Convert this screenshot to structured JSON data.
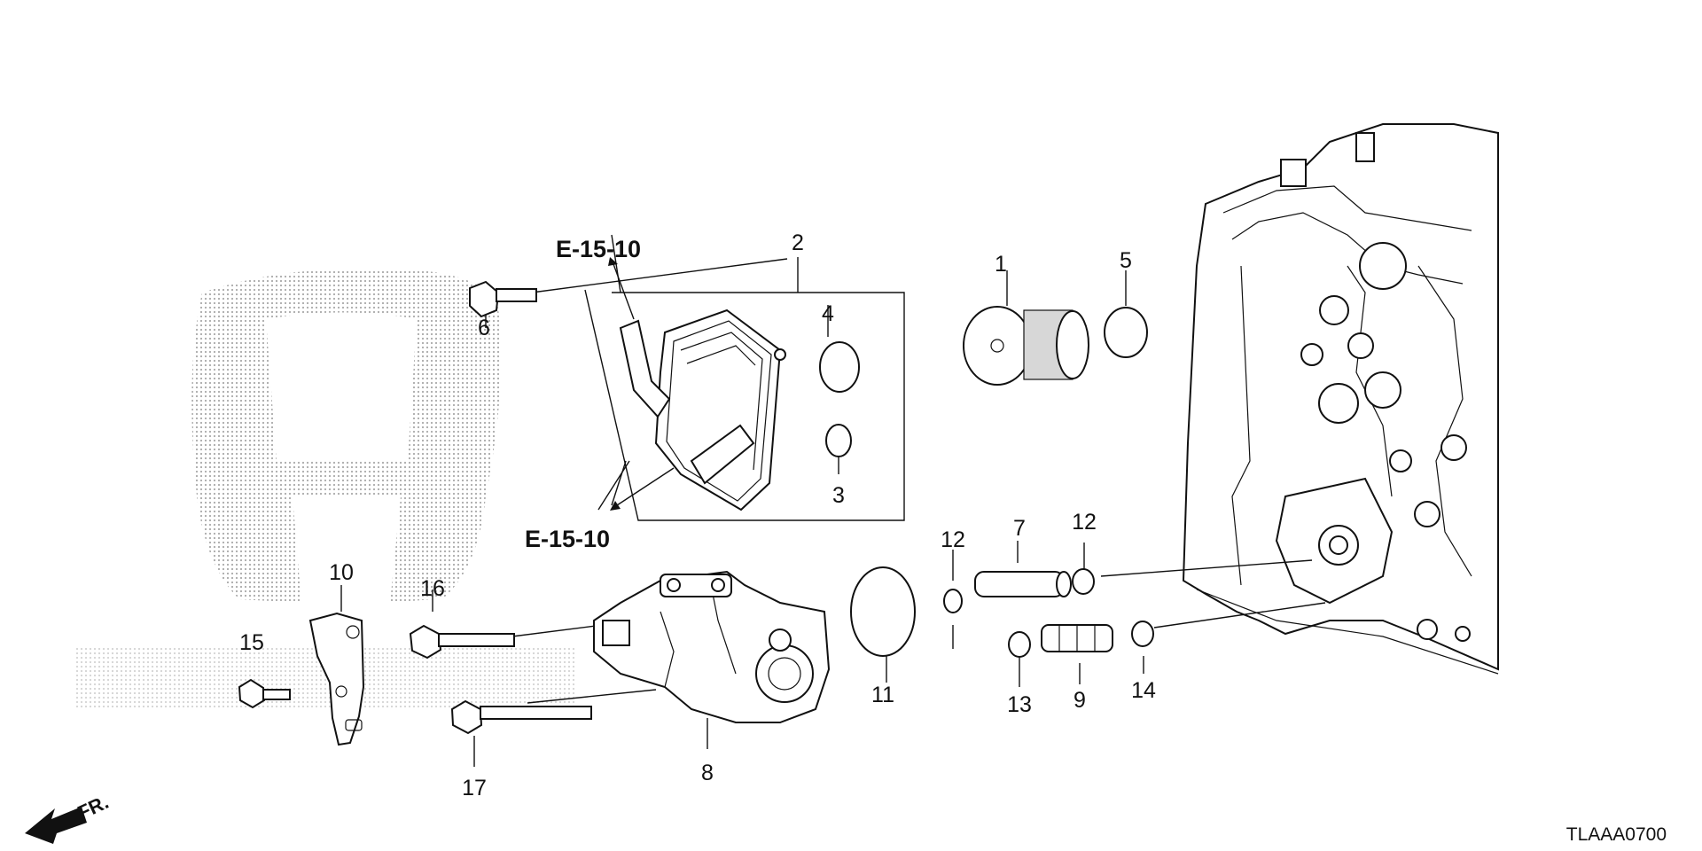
{
  "diagram": {
    "part_numbers": [
      "1",
      "2",
      "3",
      "4",
      "5",
      "6",
      "7",
      "8",
      "9",
      "10",
      "11",
      "12",
      "12",
      "13",
      "14",
      "15",
      "16",
      "17"
    ],
    "references": [
      "E-15-10",
      "E-15-10"
    ],
    "direction_label": "FR.",
    "diagram_code": "TLAAA0700",
    "watermark": "HONDA"
  }
}
